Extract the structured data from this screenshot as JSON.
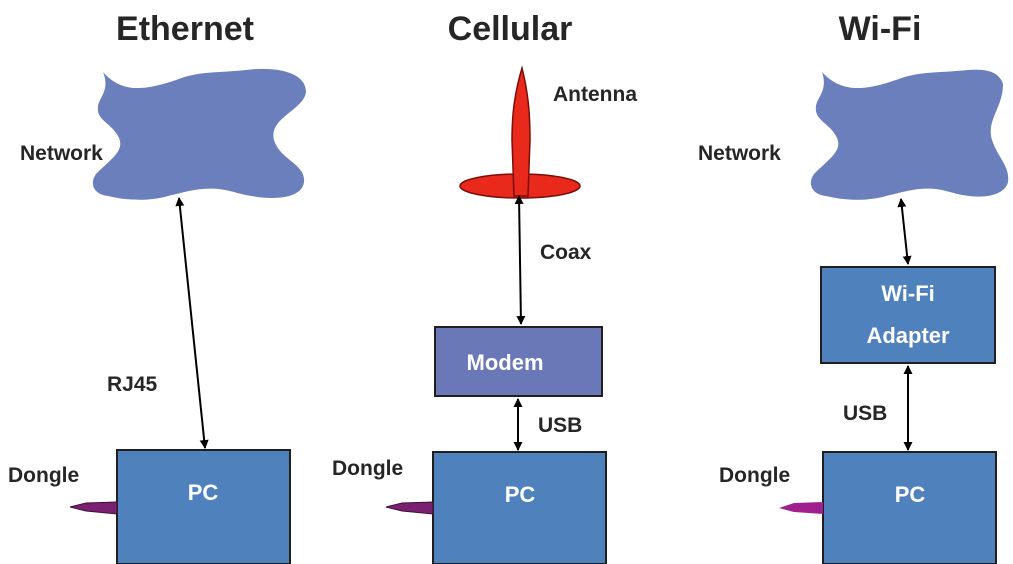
{
  "titles": {
    "ethernet": "Ethernet",
    "cellular": "Cellular",
    "wifi": "Wi-Fi"
  },
  "ethernet": {
    "network": "Network",
    "cable": "RJ45",
    "dongle": "Dongle",
    "pc": "PC"
  },
  "cellular": {
    "antenna": "Antenna",
    "cable": "Coax",
    "modem": "Modem",
    "usb": "USB",
    "dongle": "Dongle",
    "pc": "PC"
  },
  "wifi": {
    "network": "Network",
    "adapter_line1": "Wi-Fi",
    "adapter_line2": "Adapter",
    "usb": "USB",
    "dongle": "Dongle",
    "pc": "PC"
  },
  "colors": {
    "cloud": "#6b7fbd",
    "pc_box": "#4f81bd",
    "modem_box": "#6a78b8",
    "antenna": "#e8291c",
    "dongle_ethernet": "#7a2070",
    "dongle_wifi": "#a0208f",
    "text": "#262626"
  }
}
